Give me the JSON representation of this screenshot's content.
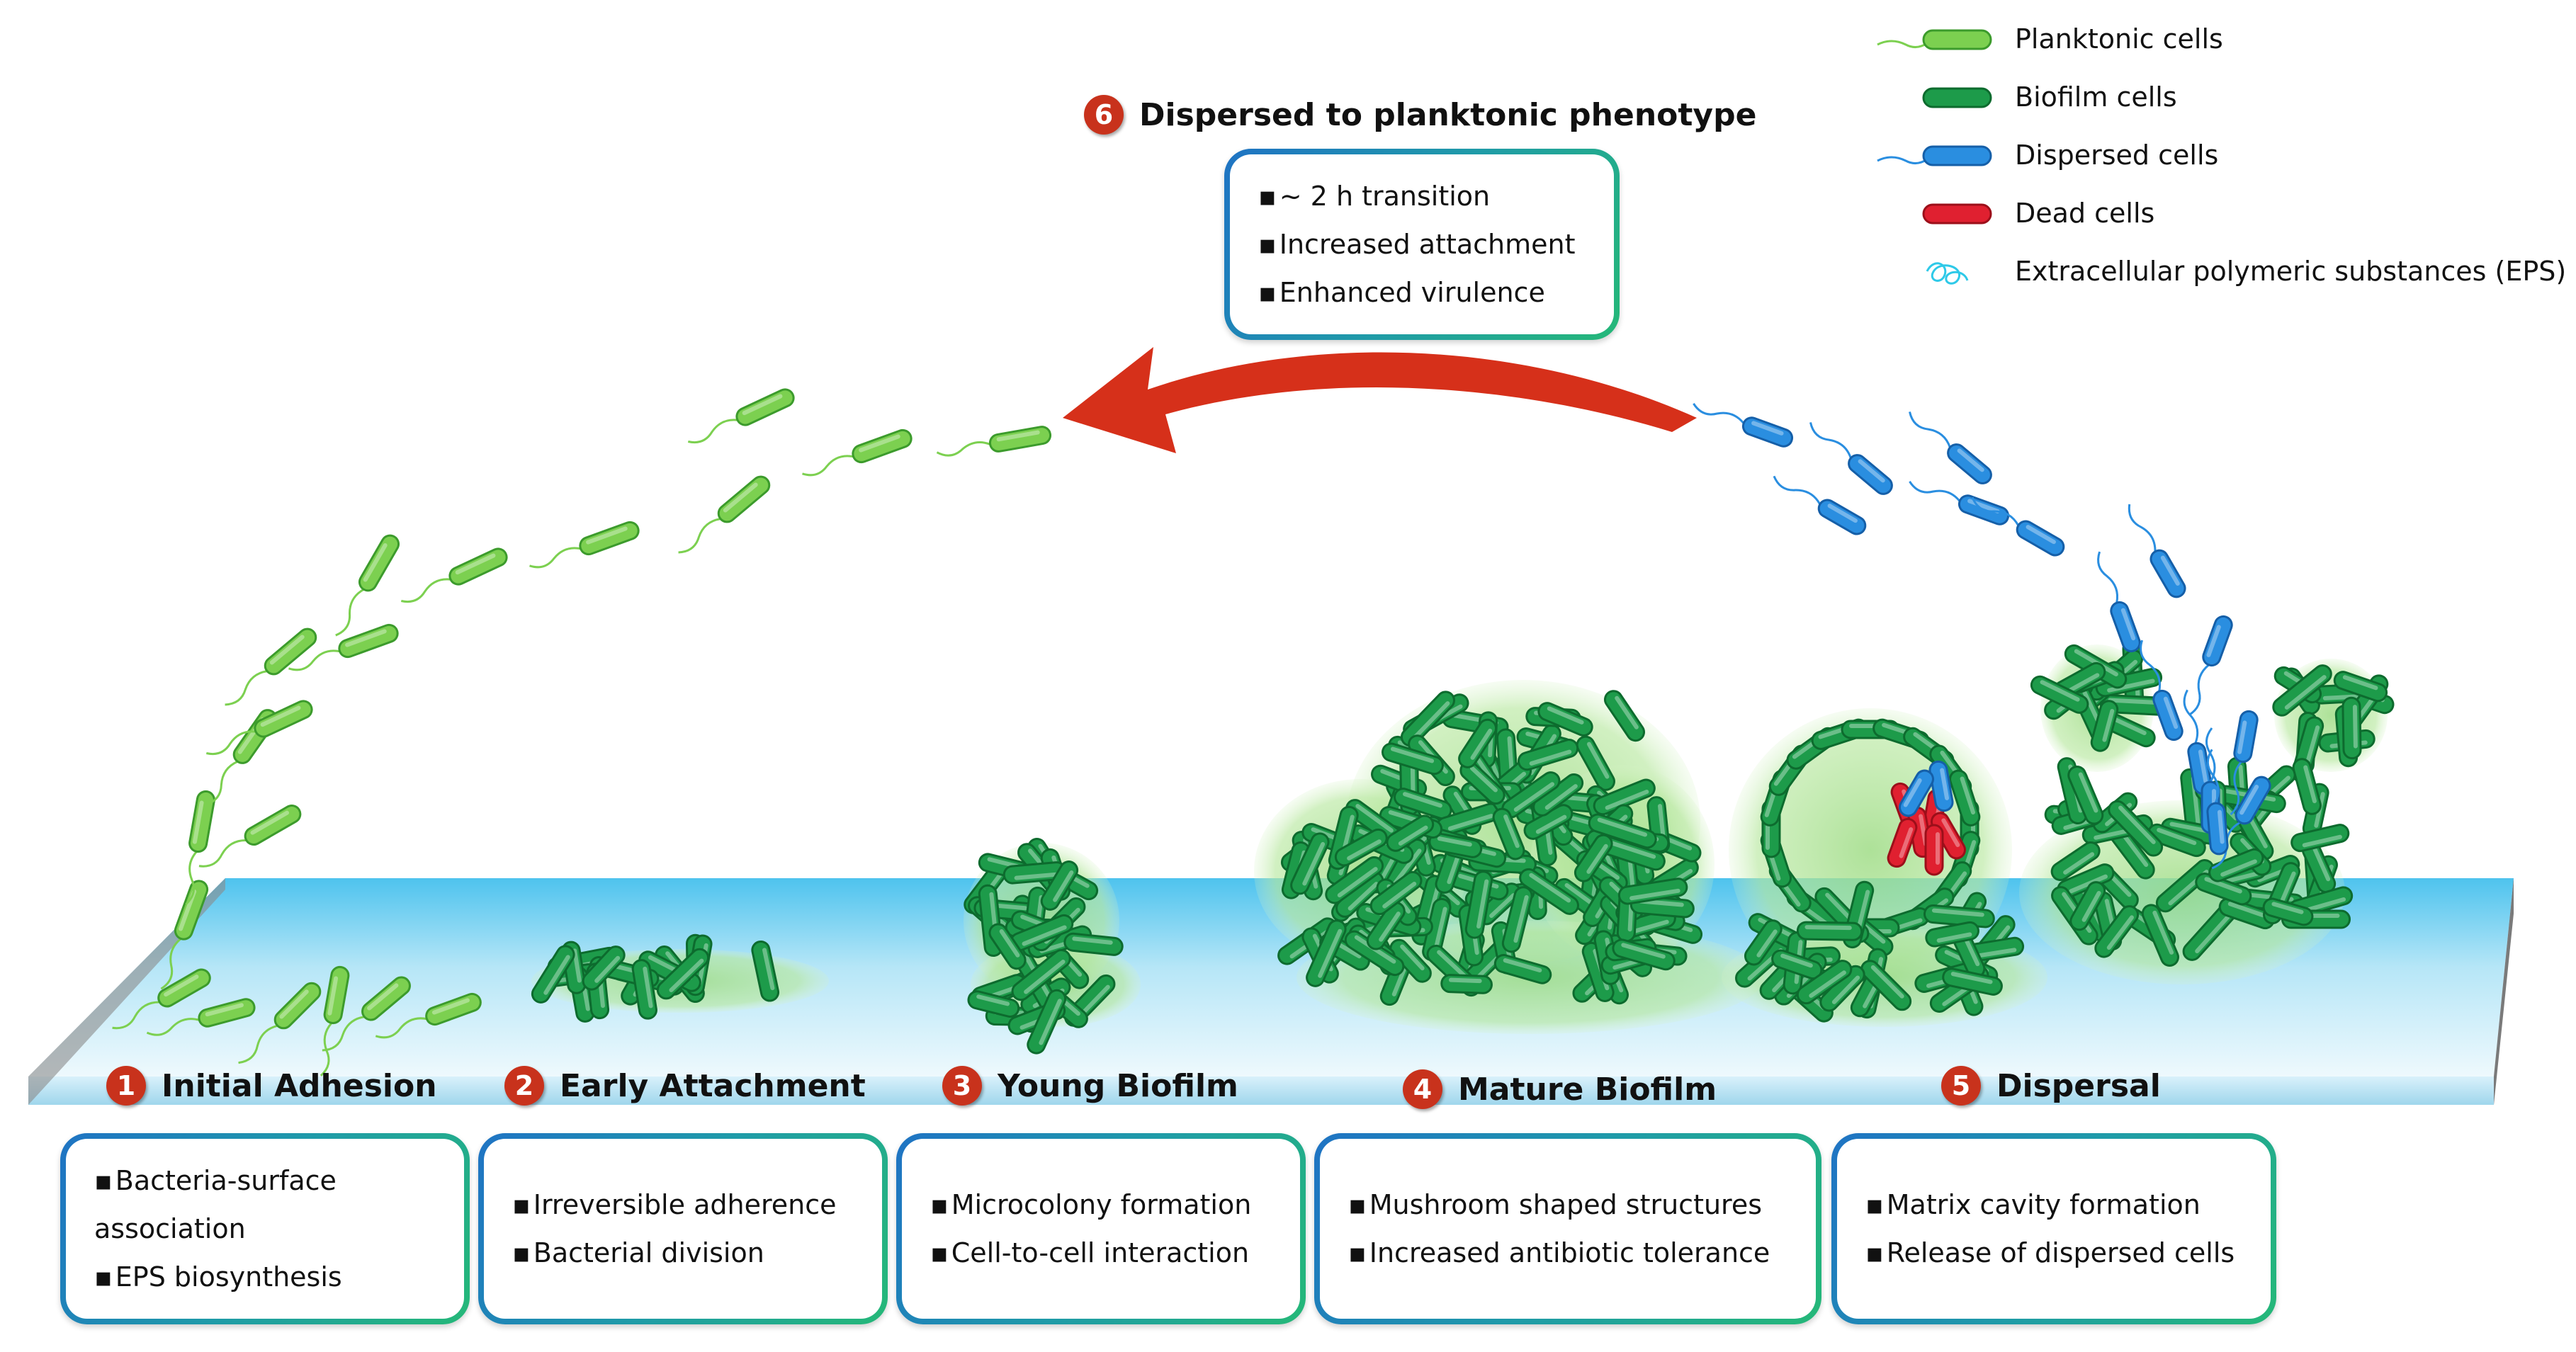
{
  "legend": [
    {
      "label": "Planktonic cells",
      "icon": "planktonic-cell-icon"
    },
    {
      "label": "Biofilm cells",
      "icon": "biofilm-cell-icon"
    },
    {
      "label": "Dispersed cells",
      "icon": "dispersed-cell-icon"
    },
    {
      "label": "Dead cells",
      "icon": "dead-cell-icon"
    },
    {
      "label": "Extracellular polymeric substances (EPS)",
      "icon": "eps-icon"
    }
  ],
  "colors": {
    "planktonic": "#7cd050",
    "biofilm": "#1d9b4a",
    "dispersed": "#2a8ee0",
    "dead": "#e02030",
    "eps": "#2ec9e8",
    "matrix": "#b8e8a0",
    "arrow": "#d6301a",
    "badge": "#c8321c",
    "surface": "#9fdff5"
  },
  "stages": [
    {
      "number": "1",
      "title": "Initial Adhesion",
      "bullets": [
        "Bacteria-surface association",
        "EPS biosynthesis"
      ]
    },
    {
      "number": "2",
      "title": "Early Attachment",
      "bullets": [
        "Irreversible adherence",
        "Bacterial division"
      ]
    },
    {
      "number": "3",
      "title": "Young Biofilm",
      "bullets": [
        "Microcolony formation",
        "Cell-to-cell interaction"
      ]
    },
    {
      "number": "4",
      "title": "Mature Biofilm",
      "bullets": [
        "Mushroom shaped structures",
        "Increased antibiotic tolerance"
      ]
    },
    {
      "number": "5",
      "title": "Dispersal",
      "bullets": [
        "Matrix cavity formation",
        "Release of dispersed cells"
      ]
    }
  ],
  "dispersed": {
    "number": "6",
    "title": "Dispersed to planktonic phenotype",
    "bullets": [
      "~ 2 h transition",
      "Increased attachment",
      "Enhanced virulence"
    ]
  }
}
